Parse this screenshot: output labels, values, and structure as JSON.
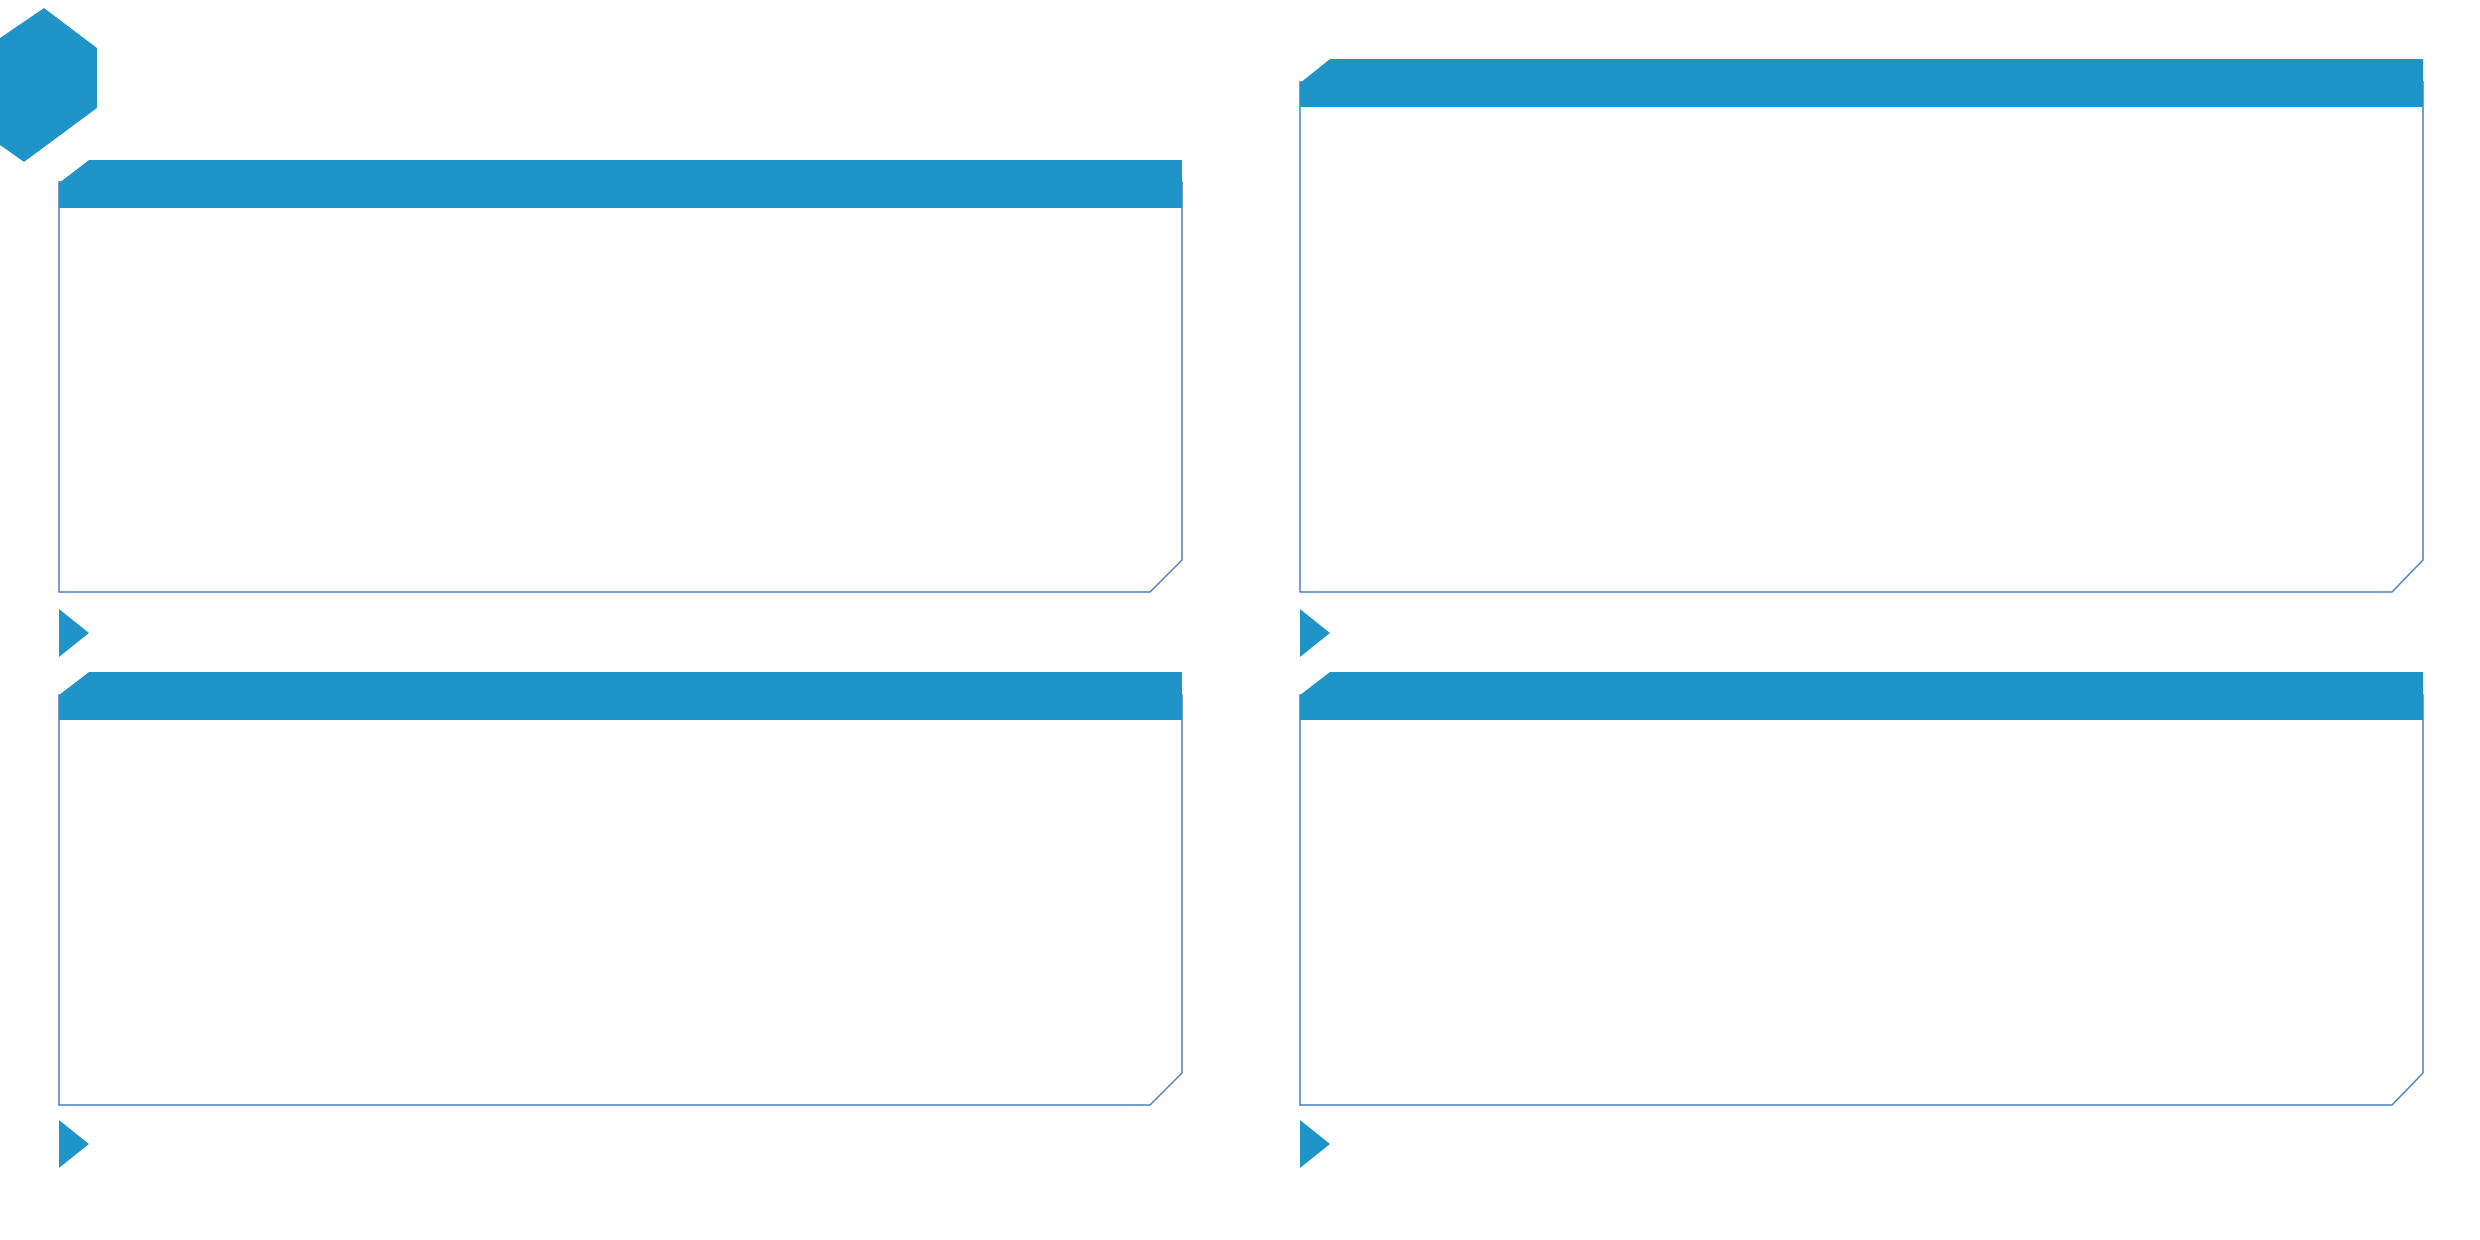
{
  "colors": {
    "accent": "#1E94C8",
    "panel_border": "#4A7FC1",
    "panel_fill": "#FFFFFF",
    "background": "#FFFFFF"
  },
  "icons": {
    "logo": "hexagon-icon",
    "panel_marker": "triangle-right-icon"
  },
  "panels": [
    {
      "name": "panel-top-left",
      "title": "",
      "body": ""
    },
    {
      "name": "panel-top-right",
      "title": "",
      "body": ""
    },
    {
      "name": "panel-bottom-left",
      "title": "",
      "body": ""
    },
    {
      "name": "panel-bottom-right",
      "title": "",
      "body": ""
    }
  ]
}
